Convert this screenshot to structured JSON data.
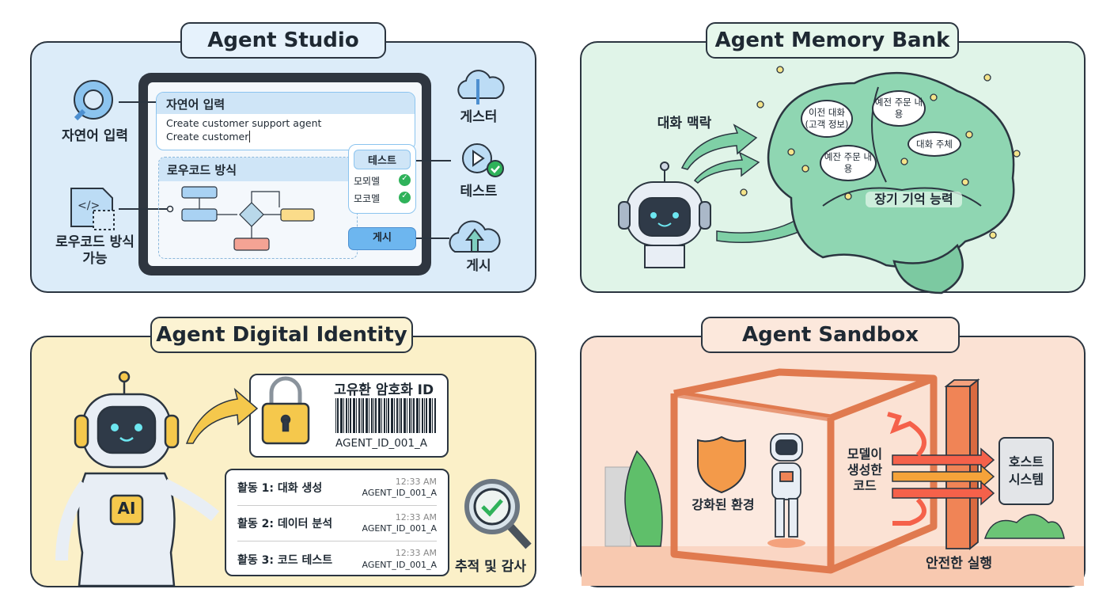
{
  "studio": {
    "title": "Agent Studio",
    "left_label_1": "자연어 입력",
    "left_label_2a": "로우코드 방식",
    "left_label_2b": "가능",
    "input_header": "자연어 입력",
    "input_line_1": "Create customer support agent",
    "input_line_2": "Create customer",
    "lowcode_header": "로우코드 방식",
    "test_button": "테스트",
    "check_1": "모뫼멜",
    "check_2": "모코멜",
    "publish_button": "게시",
    "right_label_1": "게스터",
    "right_label_2": "테스트",
    "right_label_3": "게시",
    "accent": "#8cc4ef"
  },
  "memory": {
    "title": "Agent Memory Bank",
    "context_label": "대화 맥락",
    "bubble_1": "이전 대화 (고객 정보)",
    "bubble_2": "예전 주문 내용",
    "bubble_3": "예잔 주문 내용",
    "bubble_4": "대화 주체",
    "brain_label": "장기 기억 능력",
    "accent": "#7fcfa6"
  },
  "identity": {
    "title": "Agent Digital Identity",
    "robot_badge": "AI",
    "id_title": "고유환 암호화 ID",
    "id_code": "AGENT_ID_001_A",
    "logs": [
      {
        "activity": "활동 1: 대화 생성",
        "time": "12:33 AM",
        "id": "AGENT_ID_001_A"
      },
      {
        "activity": "활동 2: 데이터 분석",
        "time": "12:33 AM",
        "id": "AGENT_ID_001_A"
      },
      {
        "activity": "활동 3: 코드 테스트",
        "time": "12:33 AM",
        "id": "AGENT_ID_001_A"
      }
    ],
    "audit_label": "추적 및 감사",
    "accent": "#f5c84c"
  },
  "sandbox": {
    "title": "Agent Sandbox",
    "shield_label": "강화된 환경",
    "code_label": "모델이 생성한 코드",
    "host_label": "호스트 시스템",
    "safe_label": "안전한 실행",
    "accent": "#ee8a5c"
  }
}
